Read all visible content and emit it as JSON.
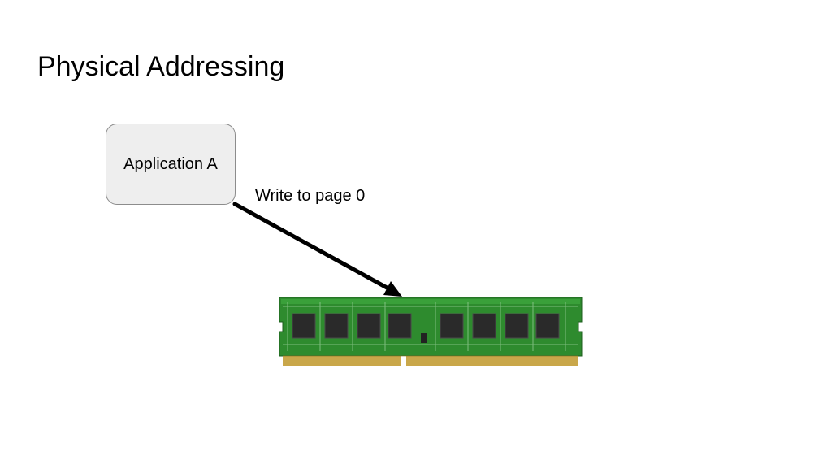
{
  "slide": {
    "title": "Physical Addressing"
  },
  "diagram": {
    "application_box": {
      "label": "Application A"
    },
    "arrow": {
      "label": "Write to page 0"
    },
    "memory": {
      "icon": "ram-module-icon",
      "chip_count": 8
    }
  },
  "colors": {
    "background": "#ffffff",
    "text": "#000000",
    "app_box_fill": "#eeeeee",
    "app_box_border": "#8c8c8c",
    "arrow": "#000000",
    "pcb_green": "#2e8b2e",
    "chip": "#2a2a2a",
    "gold_contacts": "#c9a74a"
  }
}
